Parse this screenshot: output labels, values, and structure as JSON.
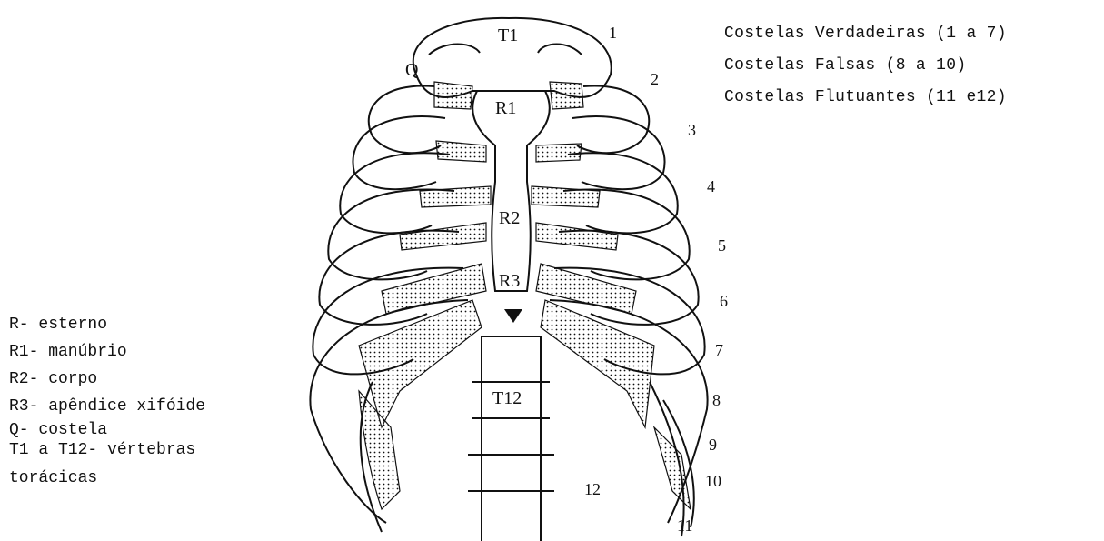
{
  "legend_top": [
    "Costelas Verdadeiras (1 a 7)",
    "Costelas Falsas (8 a 10)",
    "Costelas Flutuantes (11 e12)"
  ],
  "legend_left": [
    "R- esterno",
    "R1- manúbrio",
    "R2- corpo",
    "R3- apêndice xifóide",
    "Q- costela",
    "T1 a T12- vértebras",
    "torácicas"
  ],
  "labels": {
    "t1": "T1",
    "r1": "R1",
    "r2": "R2",
    "r3": "R3",
    "t12": "T12",
    "q": "Q"
  },
  "rib_numbers": [
    "1",
    "2",
    "3",
    "4",
    "5",
    "6",
    "7",
    "8",
    "9",
    "10",
    "11",
    "12"
  ],
  "colors": {
    "ink": "#111111",
    "background": "#ffffff"
  }
}
